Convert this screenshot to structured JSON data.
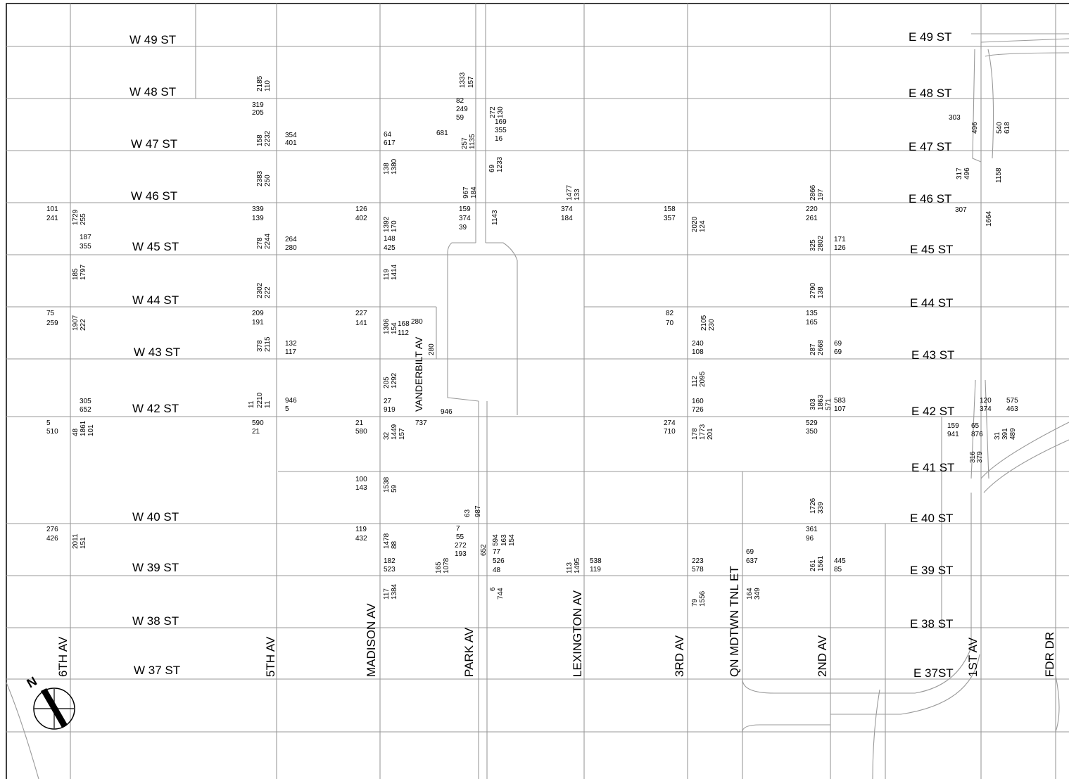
{
  "streets_west": [
    "W 49 ST",
    "W 48 ST",
    "W 47 ST",
    "W 46 ST",
    "W 45 ST",
    "W 44 ST",
    "W 43 ST",
    "W 42 ST",
    "W 40 ST",
    "W 39 ST",
    "W 38 ST",
    "W 37 ST"
  ],
  "streets_east": [
    "E 49 ST",
    "E 48 ST",
    "E 47 ST",
    "E 46 ST",
    "E 45 ST",
    "E 44 ST",
    "E 43 ST",
    "E 42 ST",
    "E 41 ST",
    "E 40 ST",
    "E 39 ST",
    "E 38 ST",
    "E 37ST"
  ],
  "avenues": [
    "6TH AV",
    "5TH AV",
    "MADISON AV",
    "PARK AV",
    "LEXINGTON AV",
    "3RD AV",
    "QN MDTWN TNL ET",
    "2ND AV",
    "1ST AV",
    "FDR DR",
    "VANDERBILT AV"
  ],
  "north_label": "N",
  "volumes": [
    "2185",
    "110",
    "319",
    "205",
    "158",
    "2232",
    "354",
    "401",
    "2383",
    "250",
    "339",
    "139",
    "278",
    "2244",
    "264",
    "280",
    "2302",
    "222",
    "209",
    "191",
    "378",
    "2115",
    "132",
    "117",
    "11",
    "2210",
    "11",
    "946",
    "5",
    "590",
    "21",
    "101",
    "241",
    "1729",
    "255",
    "187",
    "355",
    "185",
    "1797",
    "75",
    "259",
    "1907",
    "222",
    "305",
    "652",
    "5",
    "510",
    "48",
    "1861",
    "101",
    "276",
    "426",
    "2011",
    "151",
    "1333",
    "157",
    "82",
    "249",
    "59",
    "272",
    "130",
    "169",
    "355",
    "16",
    "257",
    "1135",
    "681",
    "64",
    "617",
    "138",
    "1380",
    "69",
    "1233",
    "967",
    "184",
    "159",
    "374",
    "39",
    "1143",
    "126",
    "402",
    "1392",
    "170",
    "148",
    "425",
    "119",
    "1414",
    "227",
    "141",
    "1306",
    "154",
    "280",
    "168",
    "112",
    "280",
    "205",
    "1292",
    "27",
    "919",
    "946",
    "21",
    "580",
    "32",
    "1449",
    "157",
    "737",
    "100",
    "143",
    "1538",
    "59",
    "63",
    "987",
    "119",
    "432",
    "1478",
    "88",
    "7",
    "55",
    "272",
    "193",
    "652",
    "594",
    "163",
    "154",
    "182",
    "523",
    "165",
    "1078",
    "77",
    "526",
    "48",
    "117",
    "1384",
    "6",
    "744",
    "1477",
    "133",
    "374",
    "184",
    "113",
    "1495",
    "538",
    "119",
    "158",
    "357",
    "2020",
    "124",
    "82",
    "70",
    "2105",
    "230",
    "240",
    "108",
    "112",
    "2095",
    "160",
    "726",
    "274",
    "710",
    "178",
    "1773",
    "201",
    "223",
    "578",
    "79",
    "1556",
    "69",
    "637",
    "164",
    "349",
    "2866",
    "197",
    "220",
    "261",
    "325",
    "2802",
    "171",
    "126",
    "2790",
    "138",
    "135",
    "165",
    "287",
    "2668",
    "69",
    "69",
    "303",
    "1863",
    "571",
    "583",
    "107",
    "529",
    "350",
    "1726",
    "339",
    "361",
    "96",
    "261",
    "1561",
    "445",
    "85",
    "303",
    "496",
    "540",
    "618",
    "317",
    "496",
    "1158",
    "307",
    "1664",
    "120",
    "374",
    "575",
    "463",
    "159",
    "941",
    "65",
    "876",
    "31",
    "391",
    "489",
    "316",
    "379"
  ]
}
